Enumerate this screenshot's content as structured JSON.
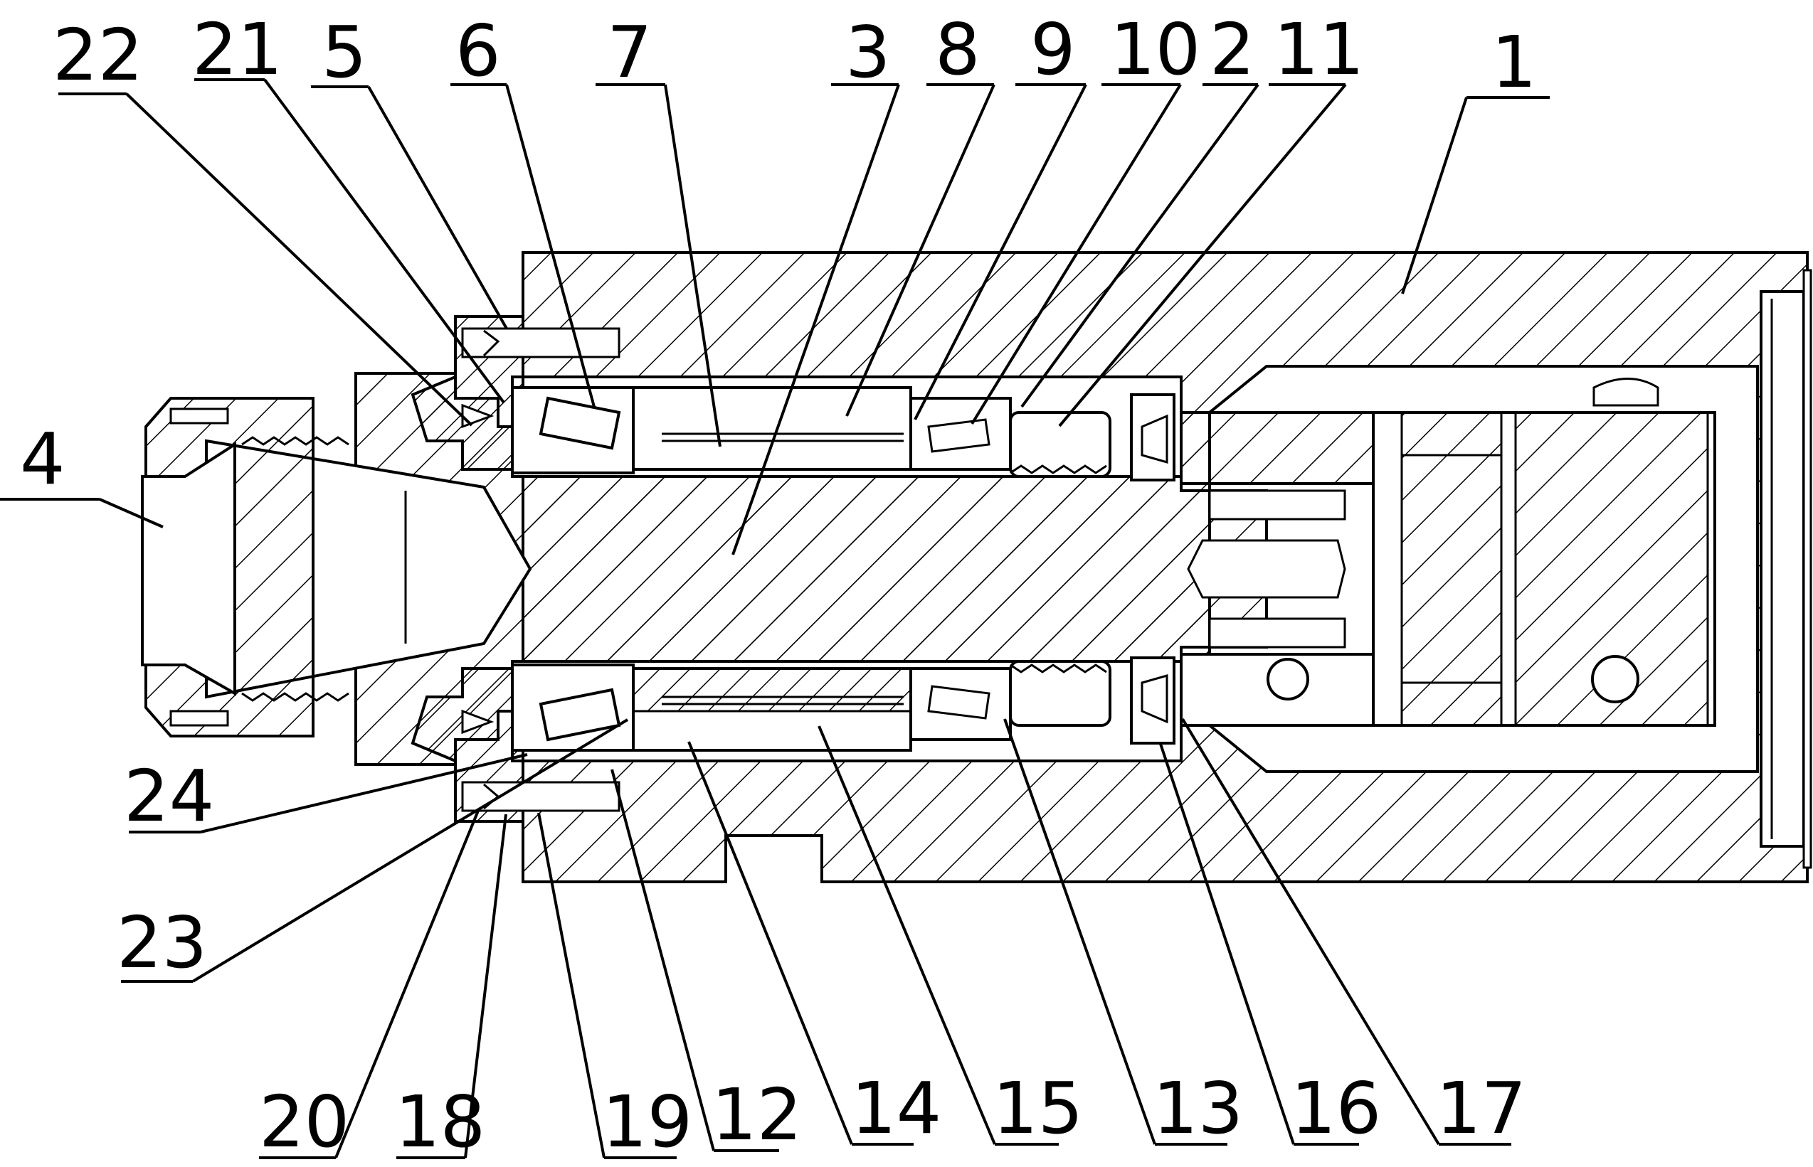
{
  "drawing": {
    "callouts": [
      {
        "id": "22",
        "label": "22"
      },
      {
        "id": "21",
        "label": "21"
      },
      {
        "id": "5",
        "label": "5"
      },
      {
        "id": "6",
        "label": "6"
      },
      {
        "id": "7",
        "label": "7"
      },
      {
        "id": "3",
        "label": "3"
      },
      {
        "id": "8",
        "label": "8"
      },
      {
        "id": "9",
        "label": "9"
      },
      {
        "id": "10",
        "label": "10"
      },
      {
        "id": "2",
        "label": "2"
      },
      {
        "id": "11",
        "label": "11"
      },
      {
        "id": "1",
        "label": "1"
      },
      {
        "id": "4",
        "label": "4"
      },
      {
        "id": "24",
        "label": "24"
      },
      {
        "id": "23",
        "label": "23"
      },
      {
        "id": "20",
        "label": "20"
      },
      {
        "id": "18",
        "label": "18"
      },
      {
        "id": "19",
        "label": "19"
      },
      {
        "id": "12",
        "label": "12"
      },
      {
        "id": "14",
        "label": "14"
      },
      {
        "id": "15",
        "label": "15"
      },
      {
        "id": "13",
        "label": "13"
      },
      {
        "id": "16",
        "label": "16"
      },
      {
        "id": "17",
        "label": "17"
      }
    ]
  }
}
